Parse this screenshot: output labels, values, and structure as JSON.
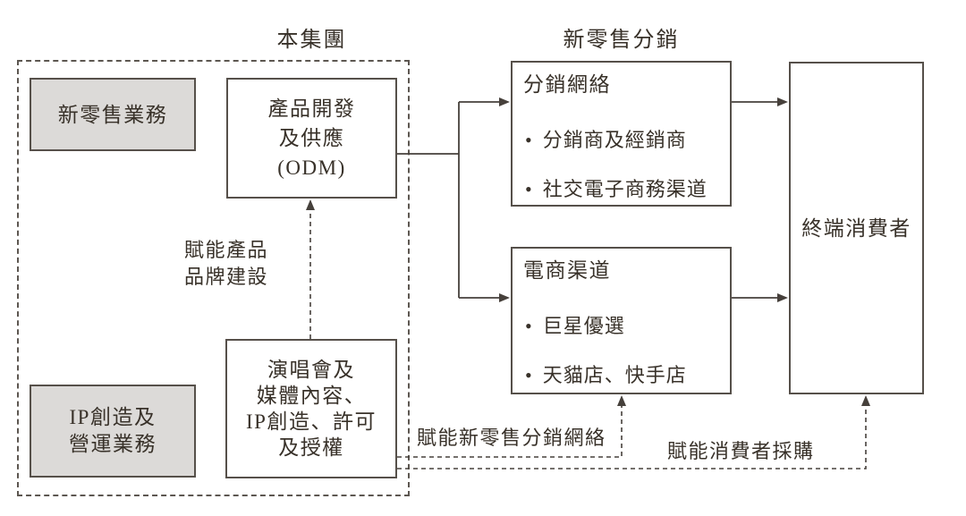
{
  "colors": {
    "line": "#46403b",
    "text": "#383129",
    "gray_box_fill": "#dcdad8",
    "box_border": "#56504a",
    "background": "#ffffff"
  },
  "labels": {
    "group": "本集團",
    "distribution": "新零售分銷"
  },
  "left_group": {
    "new_retail_business": "新零售業務",
    "odm_lines": [
      "產品開發",
      "及供應",
      "(ODM)"
    ],
    "ip_business_lines": [
      "IP創造及",
      "營運業務"
    ],
    "content_lines": [
      "演唱會及",
      "媒體內容、",
      "IP創造、許可",
      "及授權"
    ]
  },
  "right_group": {
    "distribution_network": {
      "title": "分銷網絡",
      "items": [
        "分銷商及經銷商",
        "社交電子商務渠道"
      ]
    },
    "ecommerce": {
      "title": "電商渠道",
      "items": [
        "巨星優選",
        "天貓店、快手店"
      ]
    },
    "end_consumer": "終端消費者"
  },
  "annotations": {
    "empower_product_lines": [
      "賦能產品",
      "品牌建設"
    ],
    "empower_distribution": "賦能新零售分銷網絡",
    "empower_consumer": "賦能消費者採購"
  }
}
